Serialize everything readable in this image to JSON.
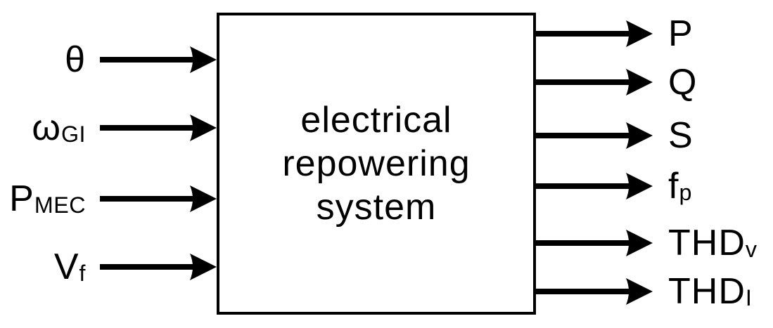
{
  "diagram": {
    "block": {
      "title_lines": [
        "electrical",
        "repowering",
        "system"
      ]
    },
    "inputs": [
      {
        "base": "θ",
        "subscript": ""
      },
      {
        "base": "ω",
        "subscript": "GI"
      },
      {
        "base": "P",
        "subscript": "MEC"
      },
      {
        "base": "V",
        "subscript": "f"
      }
    ],
    "outputs": [
      {
        "base": "P",
        "subscript": ""
      },
      {
        "base": "Q",
        "subscript": ""
      },
      {
        "base": "S",
        "subscript": ""
      },
      {
        "base": "f",
        "subscript": "p"
      },
      {
        "base": "THD",
        "subscript": "v"
      },
      {
        "base": "THD",
        "subscript": "I"
      }
    ],
    "colors": {
      "line": "#000000",
      "text": "#000000",
      "background": "#ffffff"
    }
  }
}
